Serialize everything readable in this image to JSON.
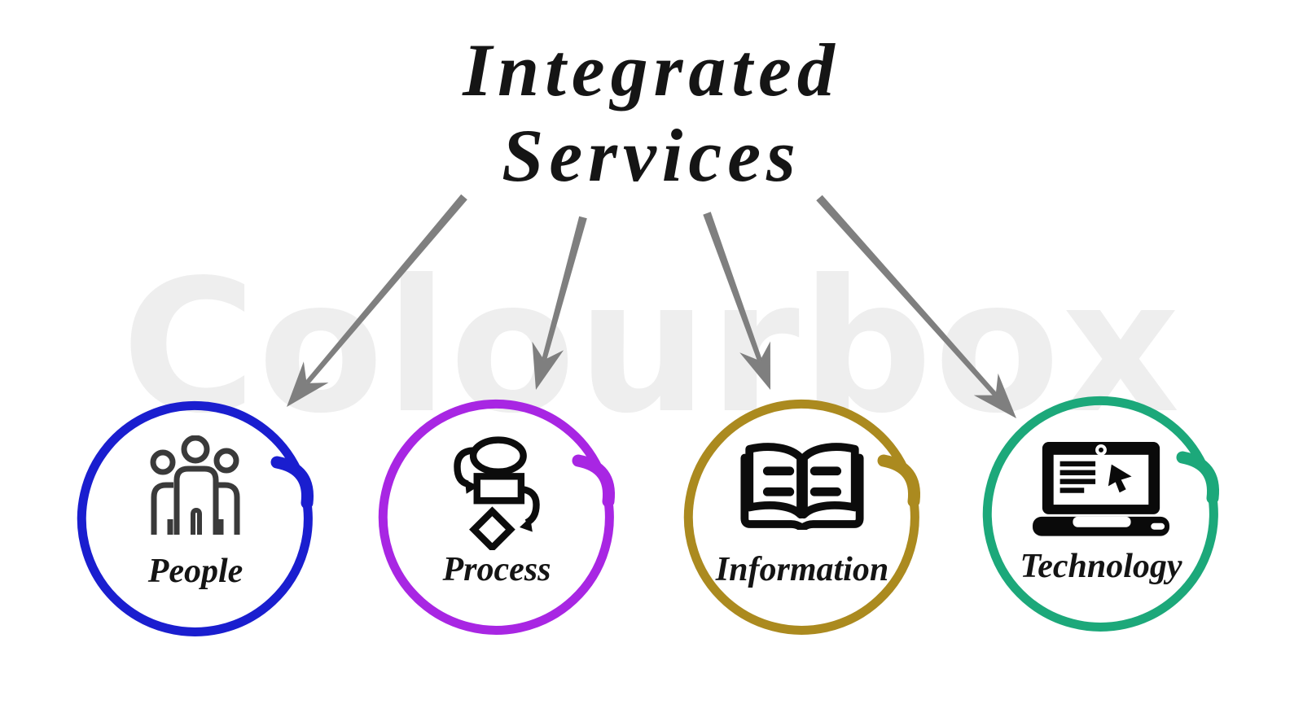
{
  "title": {
    "line1": "Integrated",
    "line2": "Services"
  },
  "watermark": {
    "text": "Colourbox",
    "color": "#eeeeee"
  },
  "colors": {
    "arrow": "#7f7f7f",
    "title_text": "#151515",
    "label_text": "#141414"
  },
  "sections": [
    {
      "id": "people",
      "label": "People",
      "color": "#1a1ecf",
      "icon": "people-group-icon",
      "icon_color": "#3a3a3a"
    },
    {
      "id": "process",
      "label": "Process",
      "color": "#a826e3",
      "icon": "flowchart-icon",
      "icon_color": "#0c0c0c"
    },
    {
      "id": "information",
      "label": "Information",
      "color": "#ab8a1f",
      "icon": "open-book-icon",
      "icon_color": "#0c0c0c"
    },
    {
      "id": "technology",
      "label": "Technology",
      "color": "#1ca87a",
      "icon": "laptop-icon",
      "icon_color": "#0a0a0a"
    }
  ]
}
